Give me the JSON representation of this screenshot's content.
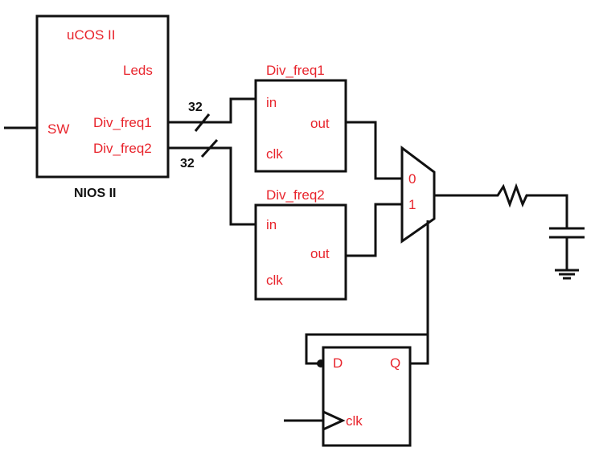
{
  "nios": {
    "top_label": "uCOS II",
    "leds_label": "Leds",
    "sw_label": "SW",
    "port1_label": "Div_freq1",
    "port2_label": "Div_freq2",
    "caption": "NIOS II"
  },
  "bus_width_1": "32",
  "bus_width_2": "32",
  "div1": {
    "title": "Div_freq1",
    "in_label": "in",
    "out_label": "out",
    "clk_label": "clk"
  },
  "div2": {
    "title": "Div_freq2",
    "in_label": "in",
    "out_label": "out",
    "clk_label": "clk"
  },
  "mux": {
    "in0_label": "0",
    "in1_label": "1"
  },
  "dff": {
    "d_label": "D",
    "q_label": "Q",
    "clk_label": "clk"
  },
  "colors": {
    "text_red": "#e8242c",
    "wire": "#111111"
  }
}
